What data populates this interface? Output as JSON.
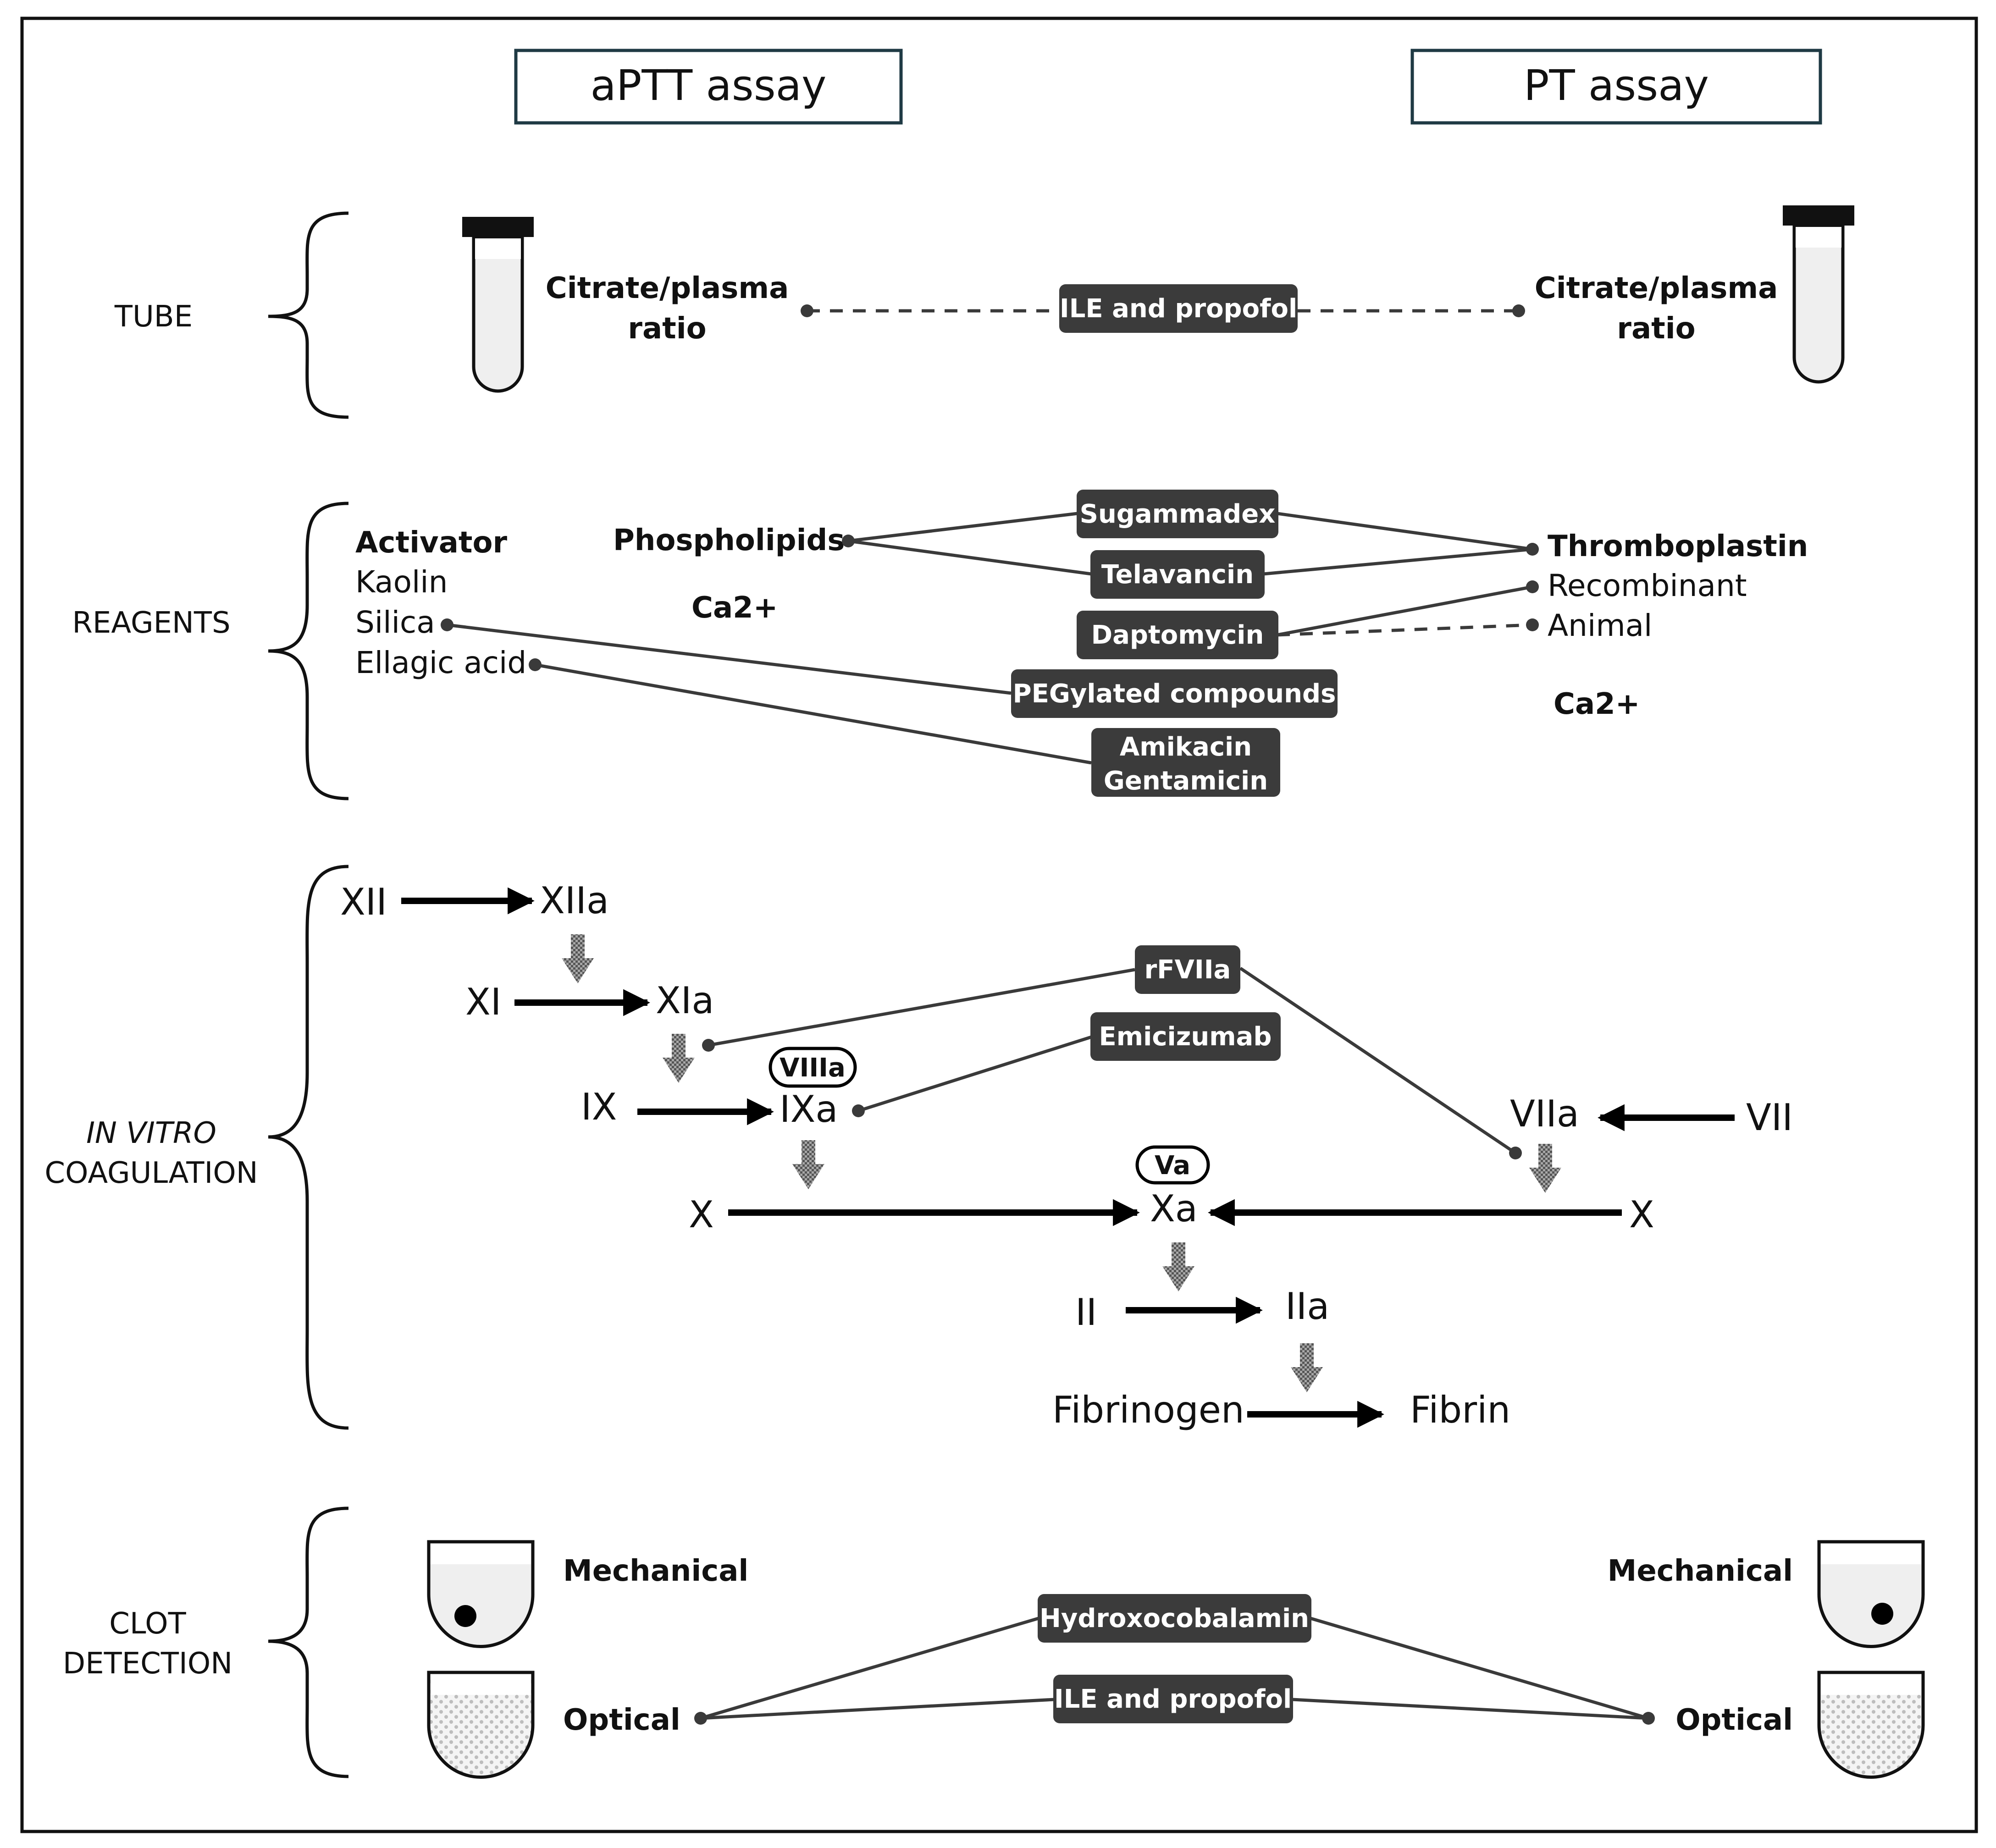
{
  "headers": {
    "aptt": "aPTT assay",
    "pt": "PT assay"
  },
  "sections": {
    "tube": "TUBE",
    "reagents": "REAGENTS",
    "coag_line1": "IN VITRO",
    "coag_line2": "COAGULATION",
    "clot_line1": "CLOT",
    "clot_line2": "DETECTION"
  },
  "tube": {
    "left_line1": "Citrate/plasma",
    "left_line2": "ratio",
    "right_line1": "Citrate/plasma",
    "right_line2": "ratio",
    "interferent": "ILE and propofol"
  },
  "reagents": {
    "activator": "Activator",
    "kaolin": "Kaolin",
    "silica": "Silica",
    "ellagic": "Ellagic acid",
    "phospholipids": "Phospholipids",
    "ca_left": "Ca2+",
    "thromboplastin": "Thromboplastin",
    "recombinant": "Recombinant",
    "animal": "Animal",
    "ca_right": "Ca2+",
    "sugammadex": "Sugammadex",
    "telavancin": "Telavancin",
    "daptomycin": "Daptomycin",
    "pegylated": "PEGylated compounds",
    "amikacin": "Amikacin",
    "gentamicin": "Gentamicin"
  },
  "cascade": {
    "xii": "XII",
    "xiia": "XIIa",
    "xi": "XI",
    "xia": "XIa",
    "ix": "IX",
    "ixa": "IXa",
    "viiia": "VIIIa",
    "x_left": "X",
    "xa": "Xa",
    "x_right": "X",
    "va": "Va",
    "viia": "VIIa",
    "vii": "VII",
    "ii": "II",
    "iia": "IIa",
    "fibrinogen": "Fibrinogen",
    "fibrin": "Fibrin",
    "rfviia": "rFVIIa",
    "emicizumab": "Emicizumab"
  },
  "clot": {
    "mech_left": "Mechanical",
    "opt_left": "Optical",
    "mech_right": "Mechanical",
    "opt_right": "Optical",
    "hydroxocobalamin": "Hydroxocobalamin",
    "ile": "ILE and propofol"
  }
}
